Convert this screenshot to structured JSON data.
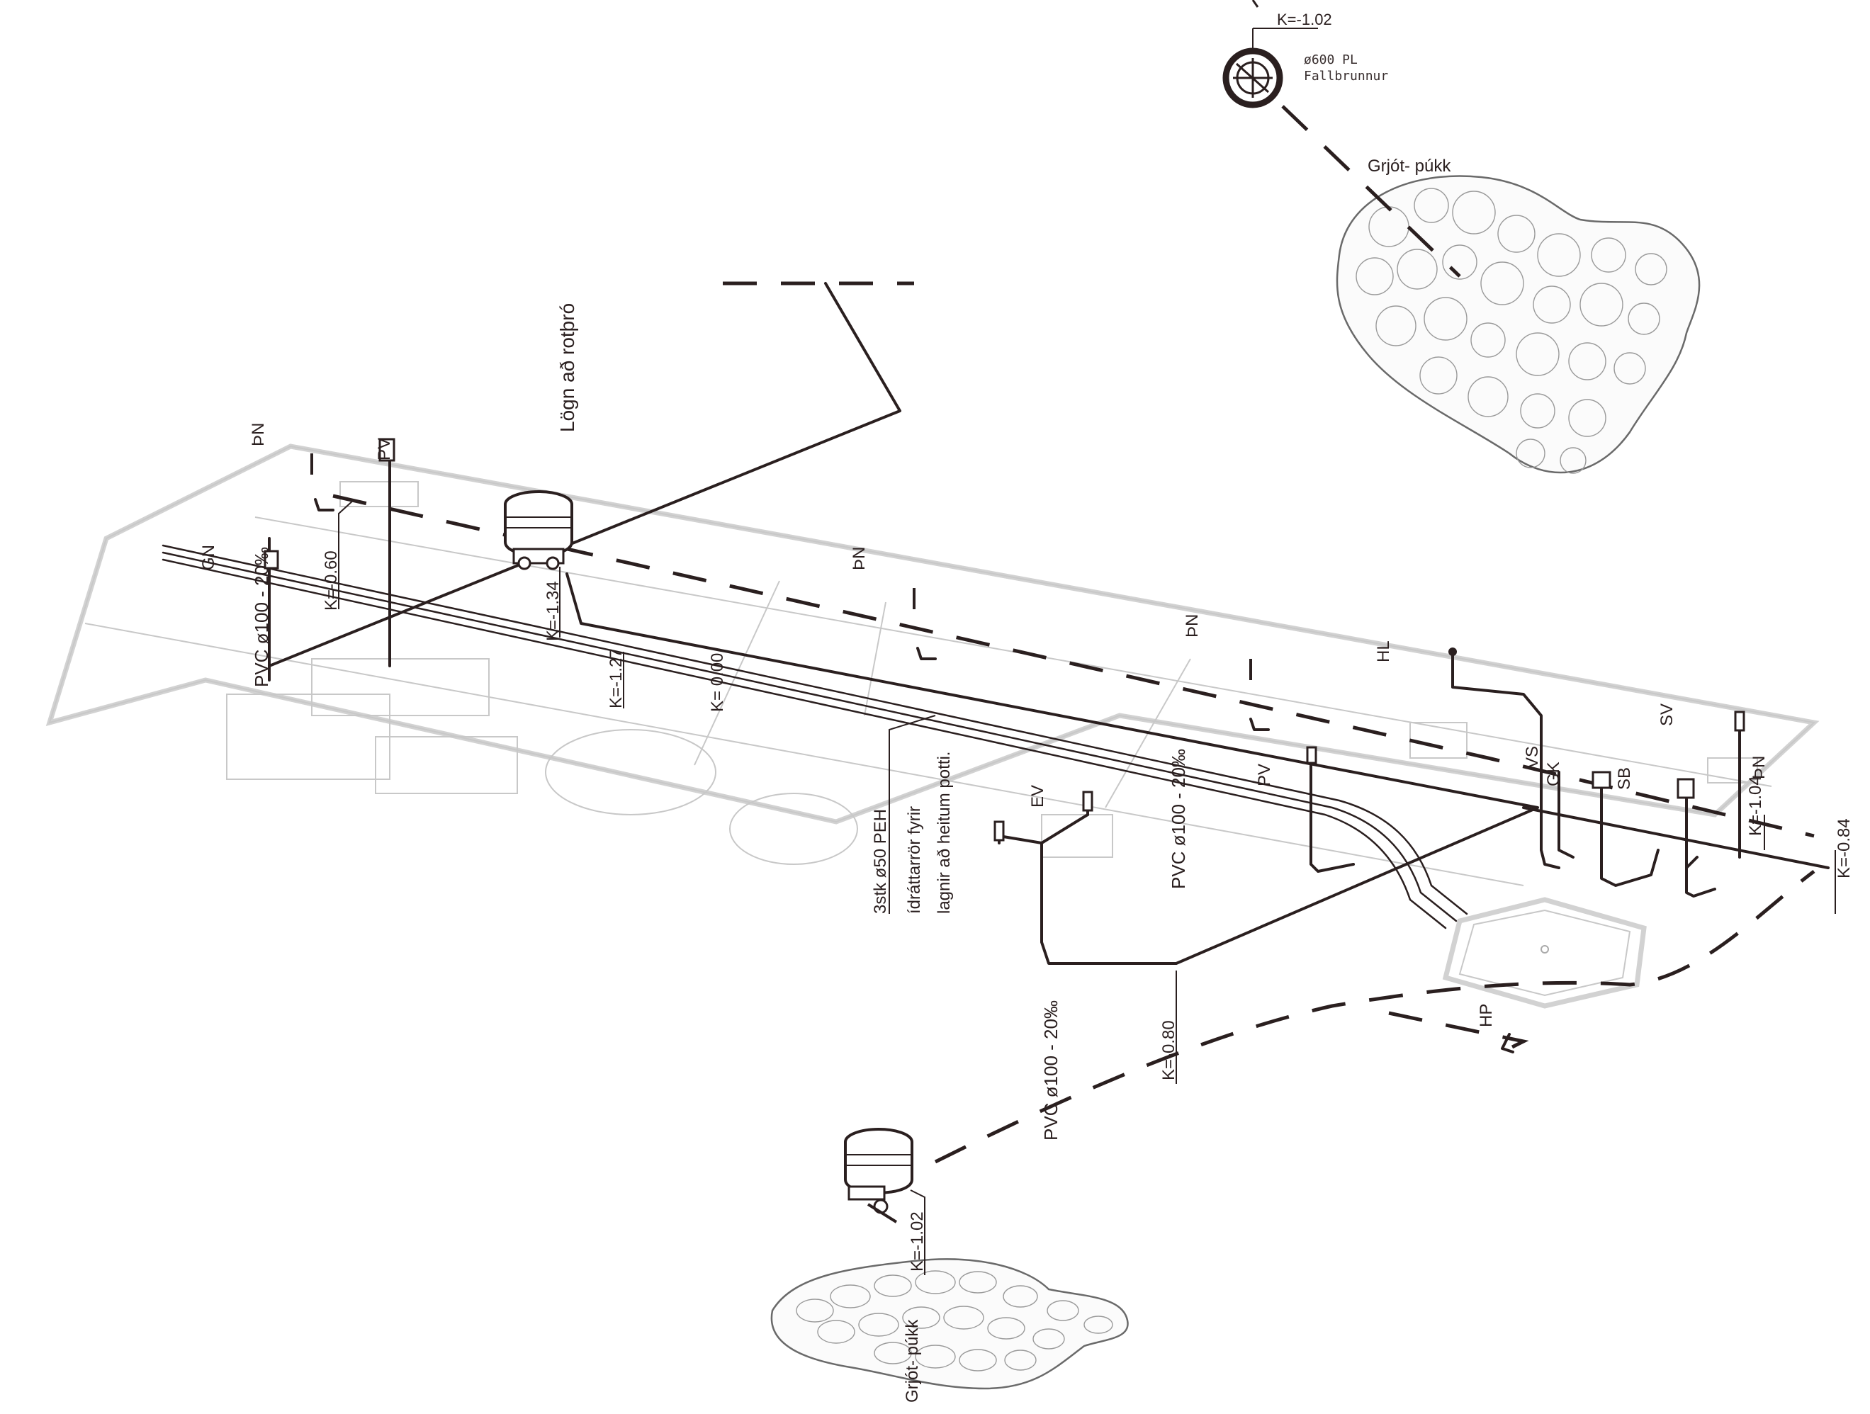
{
  "labels": {
    "top_level": "K=-1.02",
    "fallbrunnur_size": "ø600 PL",
    "fallbrunnur_name": "Fallbrunnur",
    "gravel_top": "Grjót- púkk",
    "gravel_bottom": "Grjót- púkk",
    "to_septic": "Lögn að rotþró",
    "pn_1": "ÞN",
    "pv_1": "PV",
    "gn": "GN",
    "pvc_left": "PVC ø100 - 20‰",
    "k_060": "K=-0.60",
    "k_134": "K=-1.34",
    "k_127": "K=-1.27",
    "k_000": "K= 0.00",
    "pn_2": "ÞN",
    "pn_3": "ÞN",
    "hl": "HL",
    "sv": "SV",
    "vs": "VS",
    "gk": "GK",
    "sb": "SB",
    "pn_4": "ÞN",
    "k_104": "K=-1.04",
    "k_084": "K=-0.84",
    "ev": "EV",
    "peh_1": "3stk ø50 PEH",
    "peh_2": "ídráttarrör fyrir",
    "peh_3": "lagnir að heitum potti.",
    "pvc_mid": "PVC ø100 - 20‰",
    "pv_2": "PV",
    "k_080": "K=-0.80",
    "hp": "HP",
    "pvc_bottom": "PVC ø100 - 20‰",
    "k_102_bottom": "K=-1.02"
  },
  "colors": {
    "ink": "#2a1f1f",
    "plan": "#c8c8c8",
    "gravel_outline": "#6a6a6a"
  }
}
